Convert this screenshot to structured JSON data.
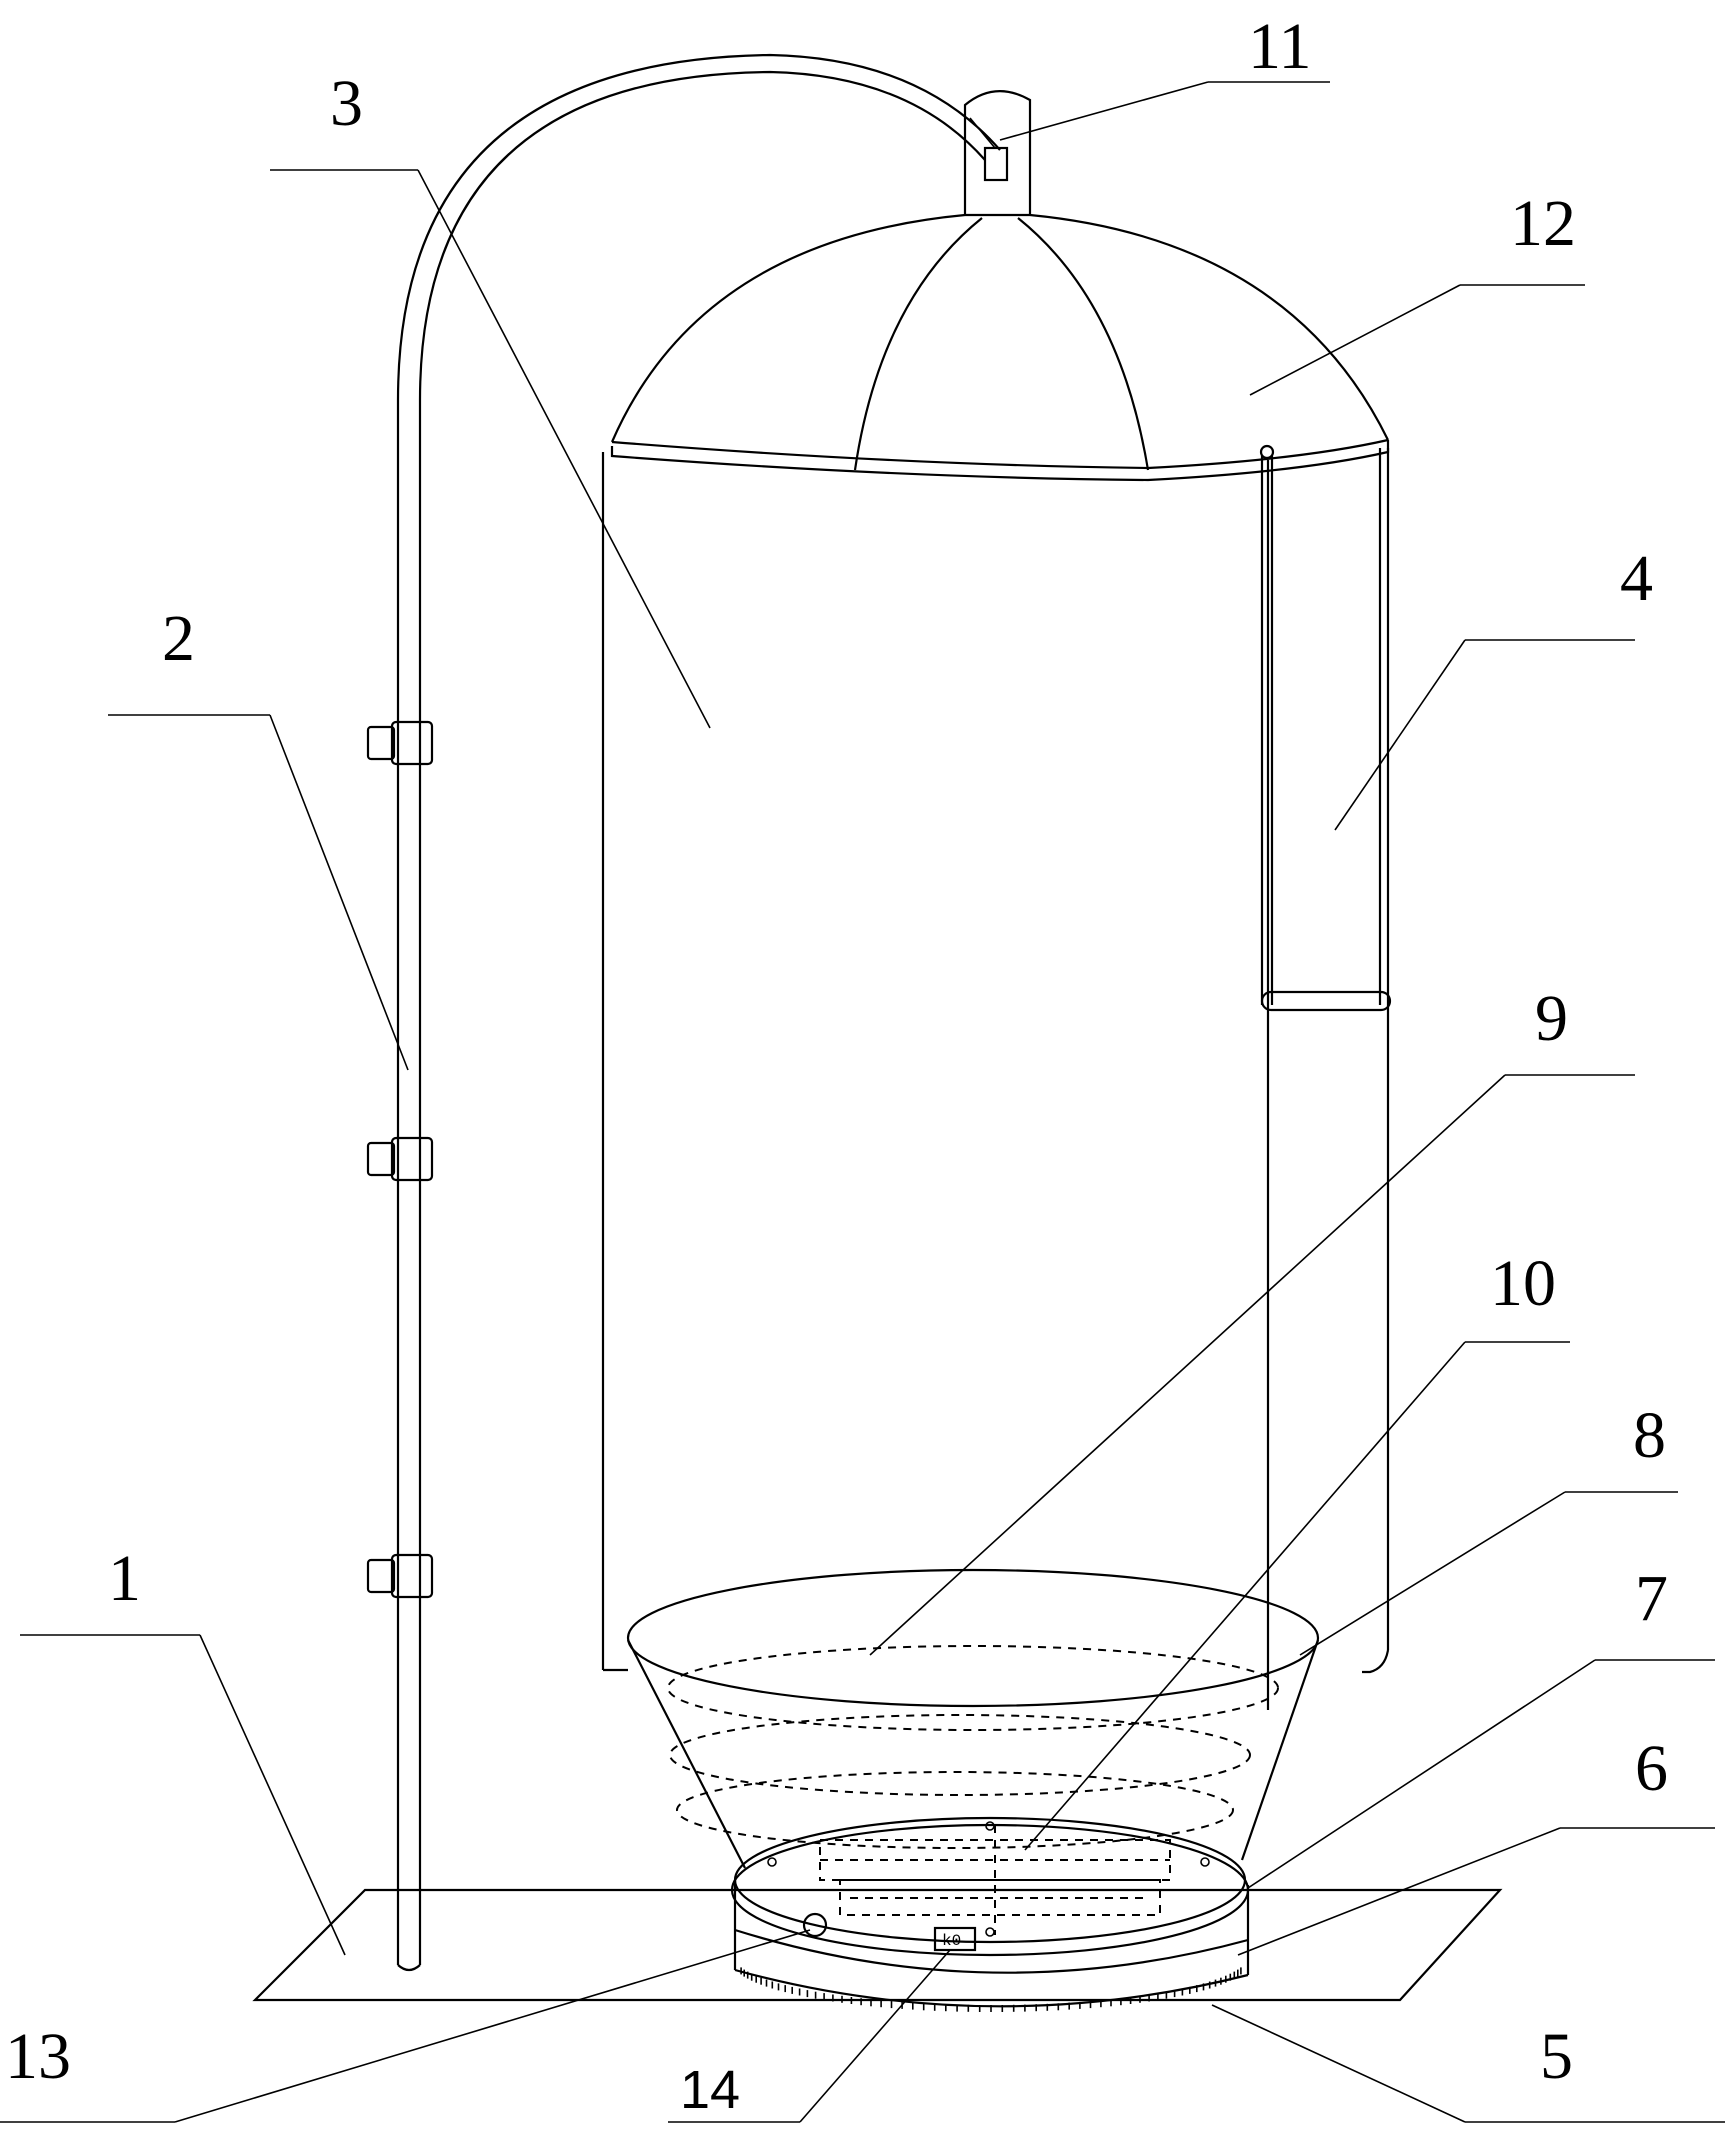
{
  "figure": {
    "labels": {
      "l1": "1",
      "l2": "2",
      "l3": "3",
      "l4": "4",
      "l5": "5",
      "l6": "6",
      "l7": "7",
      "l8": "8",
      "l9": "9",
      "l10": "10",
      "l11": "11",
      "l12": "12",
      "l13": "13",
      "l14": "14"
    },
    "display_readout": "k0"
  }
}
